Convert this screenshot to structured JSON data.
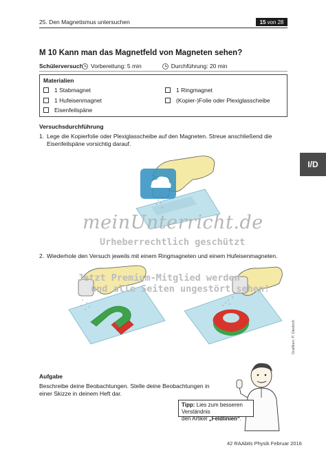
{
  "header": {
    "chapter": "25. Den Magnetismus untersuchen",
    "page_current": "15",
    "page_sep": "von",
    "page_total": "28"
  },
  "title": "M 10  Kann man das Magnetfeld von Magneten sehen?",
  "meta": {
    "type": "Schülerversuch",
    "preparation": "Vorbereitung: 5 min",
    "duration": "Durchführung: 20 min"
  },
  "materials": {
    "title": "Materialien",
    "items": [
      "1 Stabmagnet",
      "1 Ringmagnet",
      "1 Hufeisenmagnet",
      "(Kopier-)Folie oder Plexiglasscheibe",
      "Eisenfeilspäne"
    ]
  },
  "procedure": {
    "title": "Versuchsdurchführung",
    "step1_num": "1.",
    "step1_line1": "Lege die Kopierfolie oder Plexiglasscheibe auf den Magneten. Streue anschließend die",
    "step1_line2": "Eisenfeilspäne vorsichtig darauf.",
    "step2_num": "2.",
    "step2_line1": "Wiederhole den Versuch jeweils mit einem Ringmagneten und einem Hufeisenmagneten."
  },
  "task": {
    "title": "Aufgabe",
    "line1": "Beschreibe deine Beobachtungen. Stelle deine Beobachtungen in",
    "line2": "einer Skizze in deinem Heft dar."
  },
  "tip": {
    "label": "Tipp:",
    "text1": " Lies zum besseren Verständnis",
    "text2": "den Artikel ",
    "term": "„Feldlinien“",
    "end": "."
  },
  "side_tab": "I/D",
  "credit": "Grafiken: P. Diedrich",
  "watermark": {
    "logo": "meinUnterricht.de",
    "line1": "Urheberrechtlich geschützt",
    "line2": "Jetzt Premium-Mitglied werden",
    "line3": "und alle Seiten ungestört sehen!"
  },
  "footer": "42 RAAbits Physik Februar 2016",
  "colors": {
    "magnet_red": "#d9342b",
    "magnet_green": "#3da34a",
    "plate_blue": "#bfe2ec",
    "hand_yellow": "#f5e9a6",
    "watermark_icon": "#2f8fc2"
  }
}
